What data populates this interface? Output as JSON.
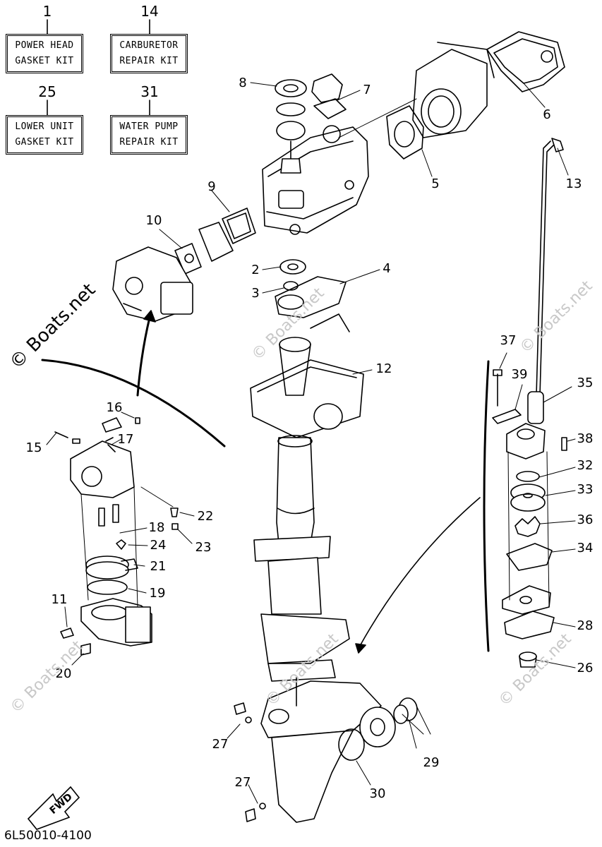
{
  "kits": [
    {
      "number": "1",
      "line1": "POWER HEAD",
      "line2": "GASKET KIT"
    },
    {
      "number": "14",
      "line1": "CARBURETOR",
      "line2": "REPAIR KIT"
    },
    {
      "number": "25",
      "line1": "LOWER UNIT",
      "line2": "GASKET KIT"
    },
    {
      "number": "31",
      "line1": "WATER PUMP",
      "line2": "REPAIR KIT"
    }
  ],
  "callouts": [
    "8",
    "7",
    "6",
    "5",
    "13",
    "9",
    "10",
    "2",
    "4",
    "3",
    "12",
    "16",
    "15",
    "17",
    "22",
    "18",
    "23",
    "24",
    "21",
    "19",
    "11",
    "20",
    "37",
    "39",
    "35",
    "38",
    "32",
    "33",
    "36",
    "34",
    "28",
    "26",
    "27",
    "29",
    "30",
    "27"
  ],
  "fwd_label": "FWD",
  "watermark_main": "© Boats.net",
  "watermark_faint": "© Boats.net",
  "diagram_code": "6L50010-4100"
}
